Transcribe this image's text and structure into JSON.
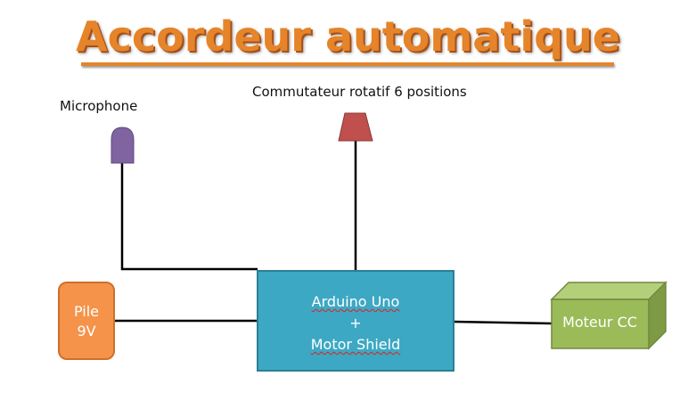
{
  "title": "Accordeur automatique",
  "labels": {
    "microphone": "Microphone",
    "switch": "Commutateur rotatif 6 positions"
  },
  "arduino": {
    "line1": "Arduino Uno",
    "line2": "+",
    "line3": "Motor Shield"
  },
  "battery": {
    "line1": "Pile",
    "line2": "9V"
  },
  "motor": {
    "label": "Moteur CC"
  },
  "colors": {
    "title": "#e6842a",
    "arduino": "#3da8c3",
    "battery": "#f5934a",
    "motor": "#9bbb59",
    "microphone": "#8064a2",
    "switch": "#c0504d"
  }
}
